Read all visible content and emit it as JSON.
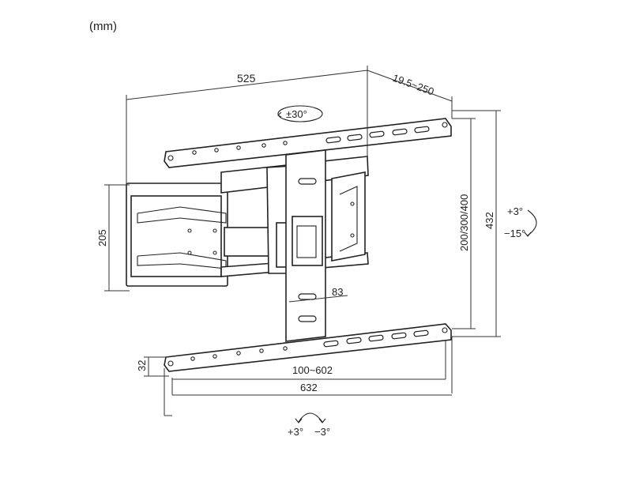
{
  "units_label": "(mm)",
  "dimensions": {
    "width": "525",
    "depth": "19.5~250",
    "swivel": "±30°",
    "arm_height": "205",
    "vesa_vertical": "200/300/400",
    "overall_height": "432",
    "center_width": "83",
    "tilt_up": "+3°",
    "tilt_down": "−15°",
    "rail_thickness": "32",
    "vesa_horizontal": "100~602",
    "overall_width": "632",
    "level_plus": "+3°",
    "level_minus": "−3°"
  }
}
